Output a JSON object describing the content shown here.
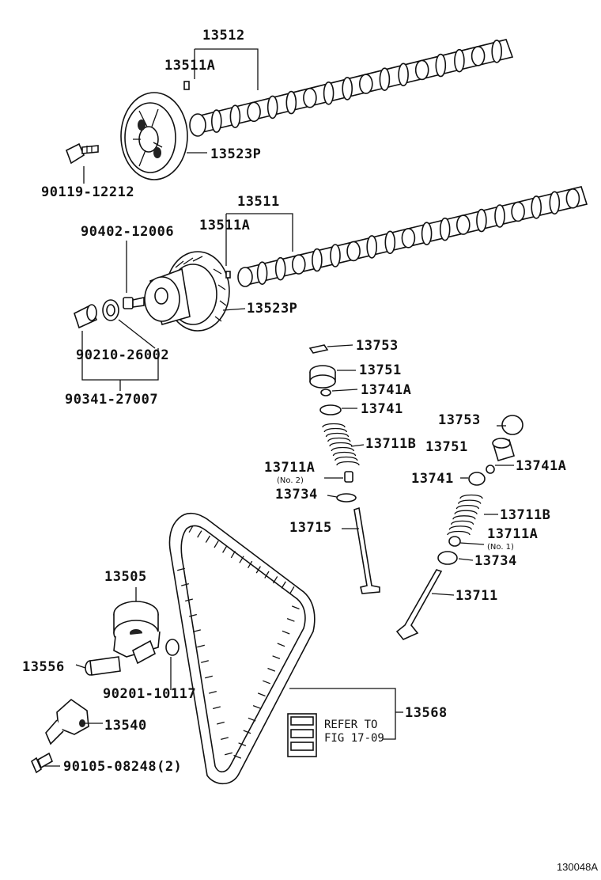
{
  "diagram": {
    "code": "130048A",
    "note": {
      "line1": "REFER TO",
      "line2": "FIG 17-09"
    },
    "labels": {
      "p13512": "13512",
      "p13511A_top": "13511A",
      "p13523P_top": "13523P",
      "p90119": "90119-12212",
      "p13511": "13511",
      "p13511A_mid": "13511A",
      "p90402": "90402-12006",
      "p13523P_mid": "13523P",
      "p90210": "90210-26002",
      "p90341": "90341-27007",
      "p13753_a": "13753",
      "p13751_a": "13751",
      "p13741A_a": "13741A",
      "p13741_a": "13741",
      "p13711B_a": "13711B",
      "p13711A_a": "13711A",
      "p13711A_a_sub": "(No. 2)",
      "p13734_a": "13734",
      "p13715": "13715",
      "p13753_b": "13753",
      "p13751_b": "13751",
      "p13741A_b": "13741A",
      "p13741_b": "13741",
      "p13711B_b": "13711B",
      "p13711A_b": "13711A",
      "p13711A_b_sub": "(No. 1)",
      "p13734_b": "13734",
      "p13711": "13711",
      "p13505": "13505",
      "p13556": "13556",
      "p90201": "90201-10117",
      "p13540": "13540",
      "p13568": "13568",
      "p90105": "90105-08248(2)"
    }
  }
}
